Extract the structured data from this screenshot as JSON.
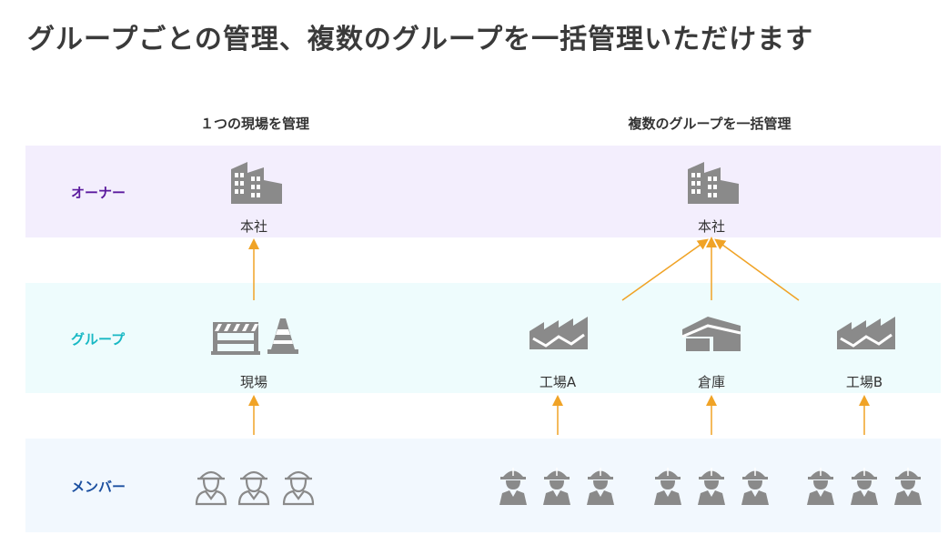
{
  "title": "グループごとの管理、複数のグループを一括管理いただけます",
  "columns": {
    "left": "１つの現場を管理",
    "right": "複数のグループを一括管理"
  },
  "tiers": {
    "owner": {
      "label": "オーナー",
      "color": "#5b1a9e"
    },
    "group": {
      "label": "グループ",
      "color": "#18b8c4"
    },
    "member": {
      "label": "メンバー",
      "color": "#1b4fa0"
    }
  },
  "left": {
    "owner": "本社",
    "group": "現場"
  },
  "right": {
    "owner": "本社",
    "groups": [
      "工場A",
      "倉庫",
      "工場B"
    ]
  },
  "colors": {
    "arrow": "#f0a326",
    "icon": "#8a8a8a",
    "owner_band": "#f3eefd",
    "group_band": "#eefcfd",
    "member_band": "#f2f8fe"
  },
  "icons": {
    "owner": "office-building-icon",
    "left_group": [
      "barricade-icon",
      "traffic-cone-icon"
    ],
    "left_member": "worker-outline-icon",
    "right_group": [
      "factory-icon",
      "warehouse-icon",
      "factory-icon"
    ],
    "right_member": "worker-solid-icon"
  }
}
